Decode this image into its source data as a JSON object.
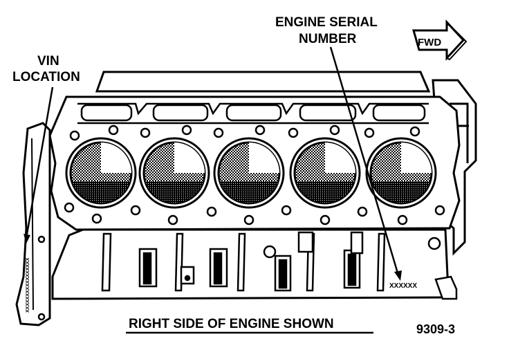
{
  "labels": {
    "vin_line1": "VIN",
    "vin_line2": "LOCATION",
    "serial_line1": "ENGINE SERIAL",
    "serial_line2": "NUMBER",
    "fwd": "FWD",
    "caption": "RIGHT SIDE OF ENGINE SHOWN",
    "figure_number": "9309-3",
    "serial_mark": "XXXXXX",
    "vin_mark": "XXXXXXXXXXXXXXXXX"
  }
}
